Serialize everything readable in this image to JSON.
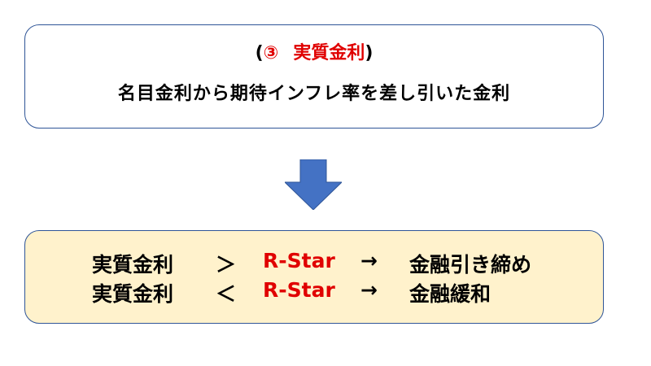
{
  "definition": {
    "paren_open": "(",
    "number": "③",
    "term": "実質金利",
    "paren_close": ")",
    "description": "名目金利から期待インフレ率を差し引いた金利"
  },
  "rules": [
    {
      "subject": "実質金利",
      "operator": "＞",
      "benchmark": "R-Star",
      "arrow": "→",
      "result": "金融引き締め"
    },
    {
      "subject": "実質金利",
      "operator": "＜",
      "benchmark": "R-Star",
      "arrow": "→",
      "result": "金融緩和"
    }
  ],
  "colors": {
    "accent_red": "#e00000",
    "border_blue": "#2f5597",
    "arrow_blue": "#4472c4",
    "rule_background": "#fff2cc"
  },
  "icons": {
    "flow_arrow": "arrow-down-icon"
  }
}
